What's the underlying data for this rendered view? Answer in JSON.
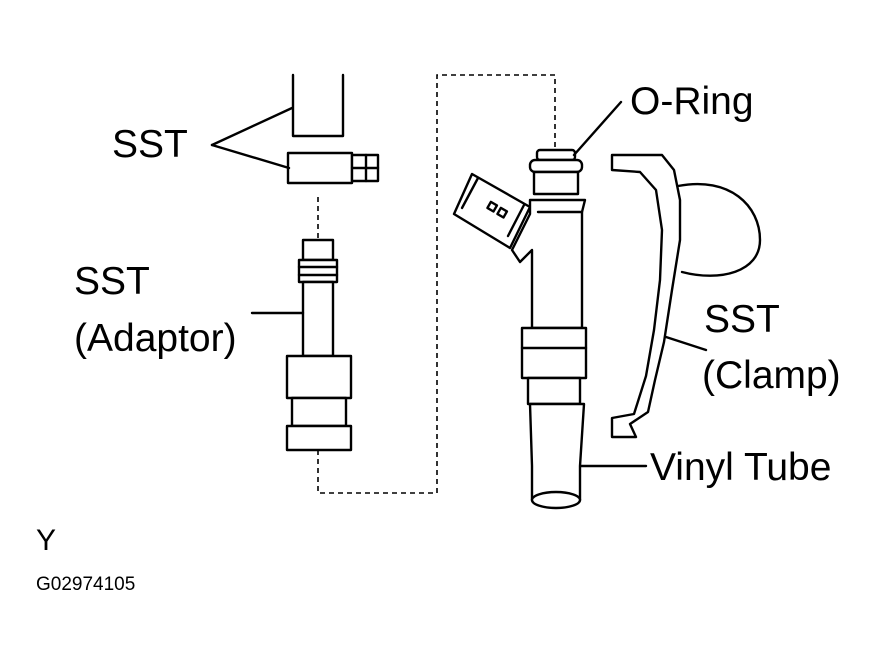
{
  "labels": {
    "sst_top": "SST",
    "sst_adaptor_line1": "SST",
    "sst_adaptor_line2": "(Adaptor)",
    "o_ring": "O-Ring",
    "sst_clamp_line1": "SST",
    "sst_clamp_line2": "(Clamp)",
    "vinyl_tube": "Vinyl Tube"
  },
  "footer": {
    "letter": "Y",
    "figure_code": "G02974105"
  }
}
